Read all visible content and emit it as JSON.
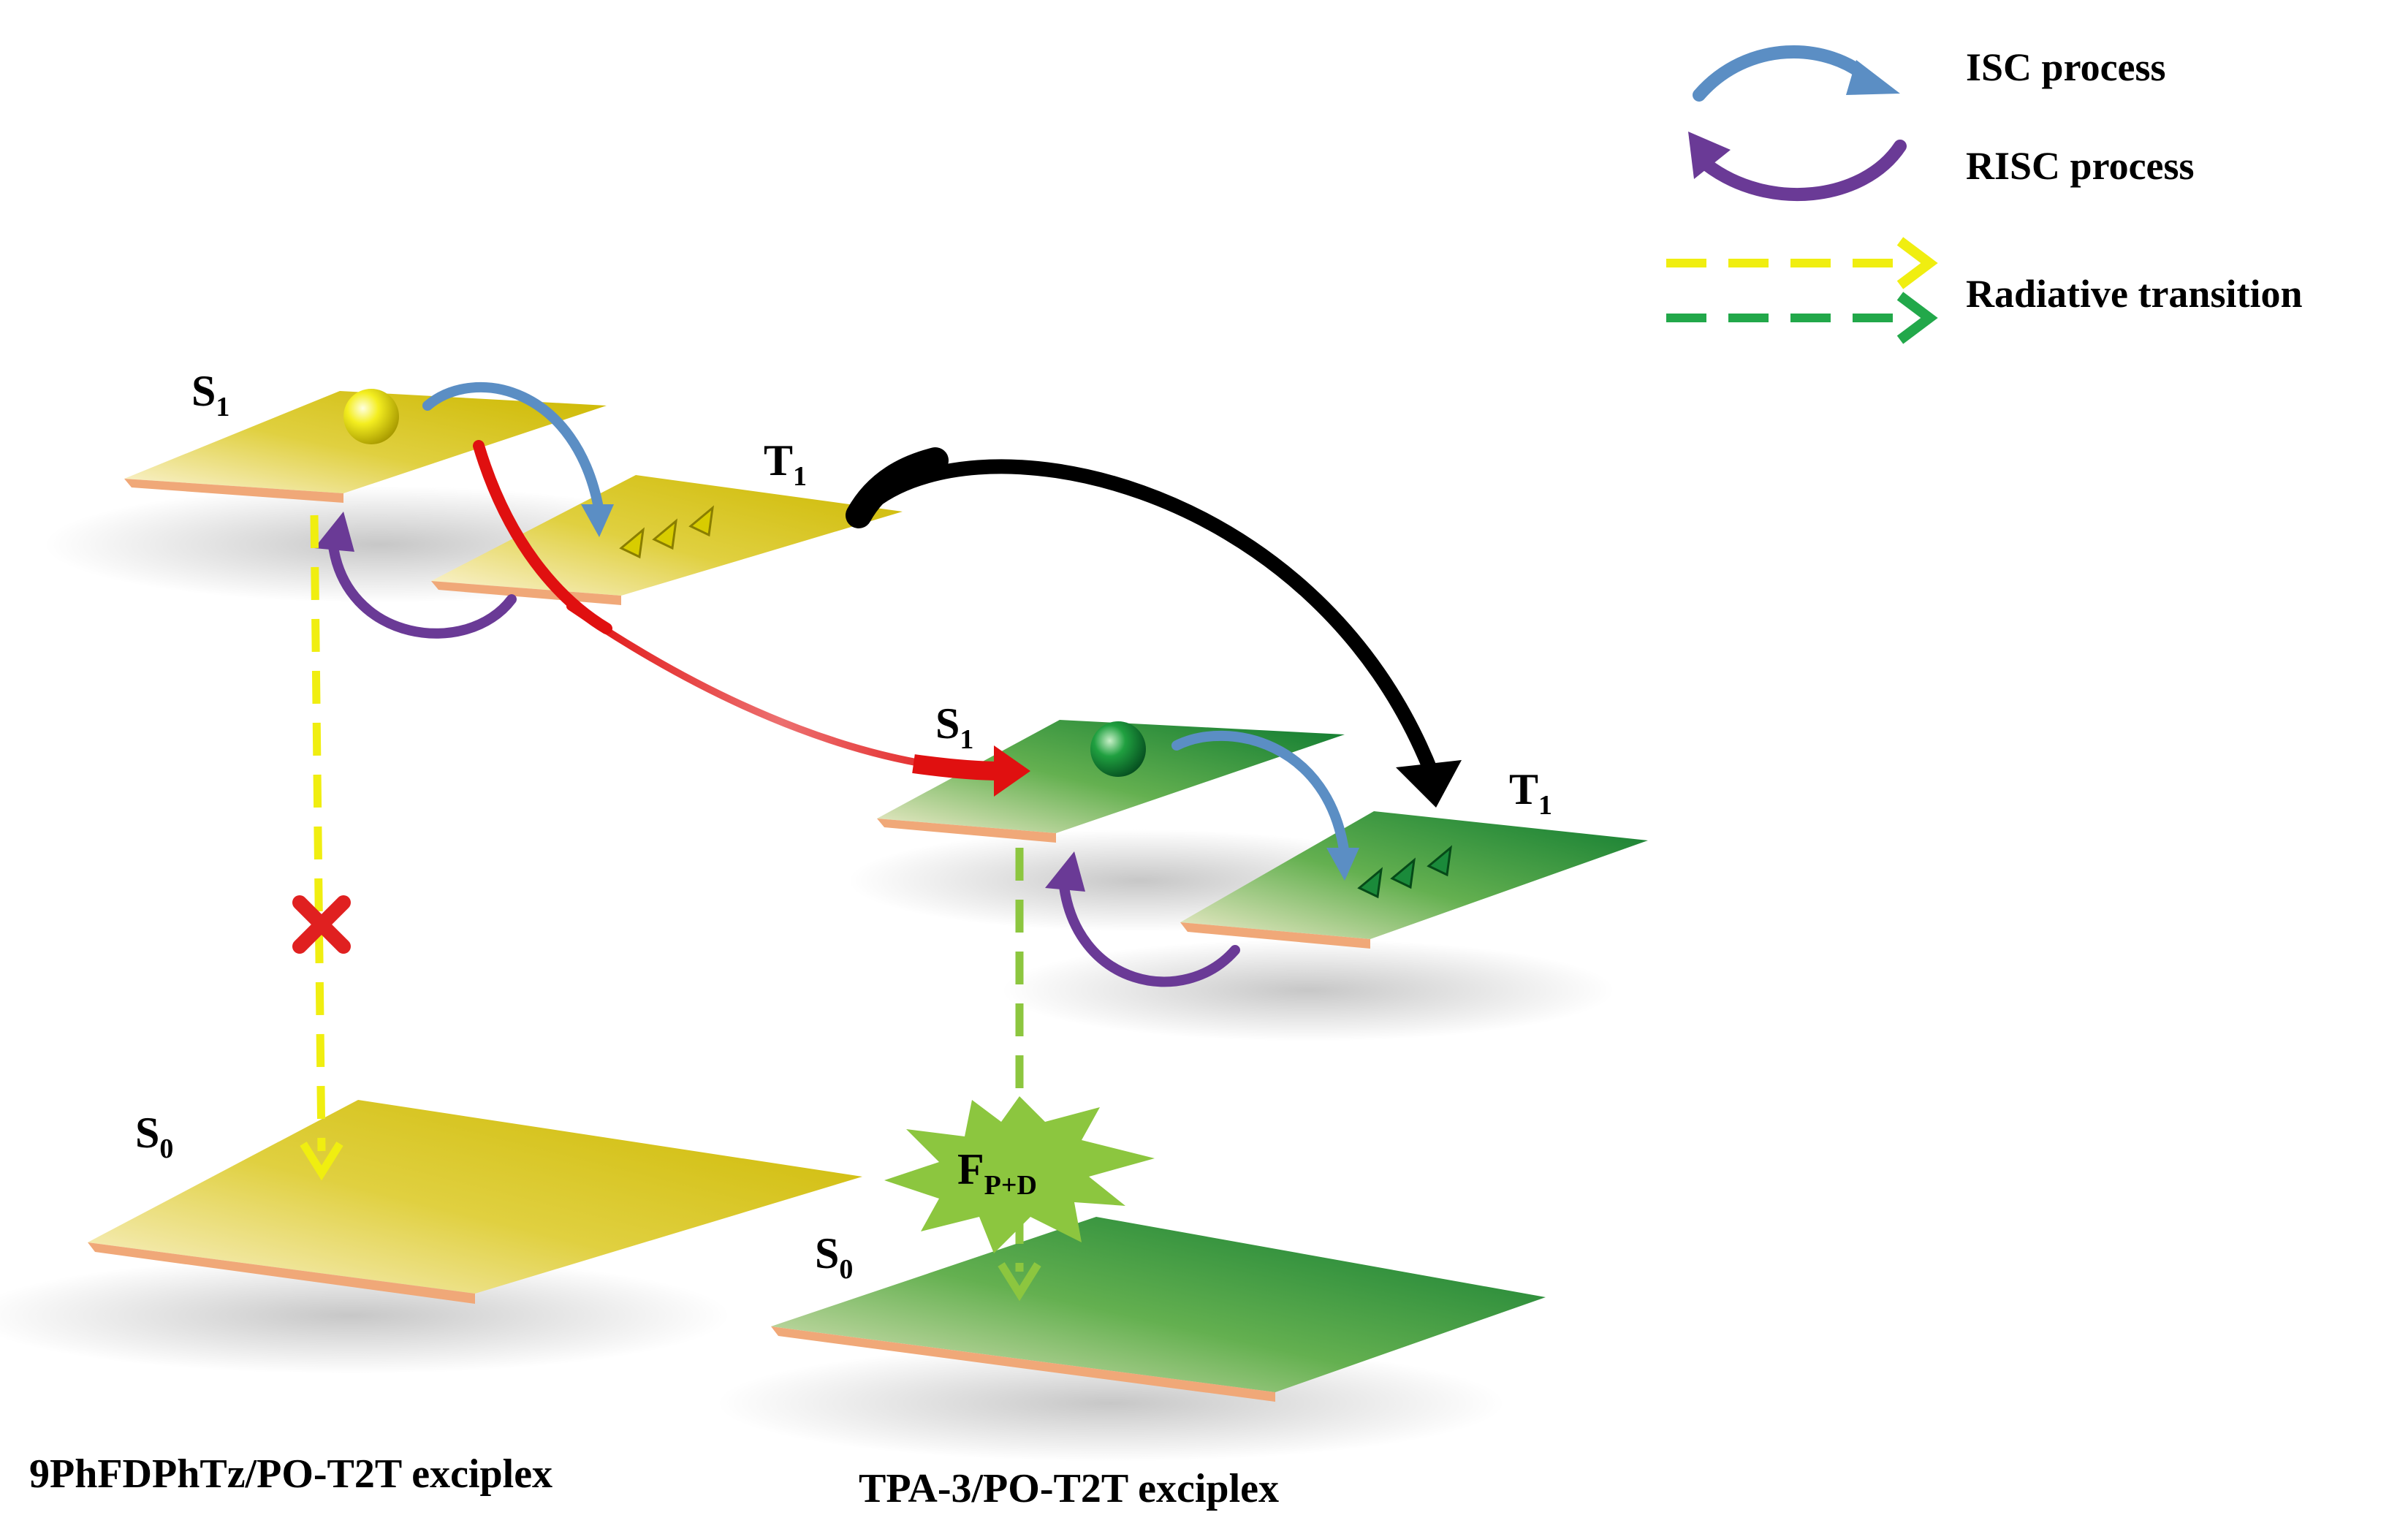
{
  "legend": {
    "isc": "ISC process",
    "risc": "RISC process",
    "radiative": "Radiative transition"
  },
  "colors": {
    "yellow_plane": "#d4c200",
    "green_plane": "#1e8a3a",
    "plane_edge": "#f0a878",
    "isc_arrow": "#5b8ec4",
    "risc_arrow": "#6a3a96",
    "rad_yellow": "#f0ee10",
    "rad_green": "#22a84a",
    "rad_lightgreen": "#8cc63f",
    "blocked_mark": "#e02020",
    "transfer_red": "#e01010",
    "transfer_black": "#000000",
    "burst": "#8cc63f"
  },
  "system_left": {
    "s1": {
      "main": "S",
      "sub": "1"
    },
    "t1": {
      "main": "T",
      "sub": "1"
    },
    "s0": {
      "main": "S",
      "sub": "0"
    },
    "caption": "9PhFDPhTz/PO-T2T exciplex"
  },
  "system_right": {
    "s1": {
      "main": "S",
      "sub": "1"
    },
    "t1": {
      "main": "T",
      "sub": "1"
    },
    "s0": {
      "main": "S",
      "sub": "0"
    },
    "caption": "TPA-3/PO-T2T exciplex"
  },
  "emission": {
    "main": "F",
    "sub": "P+D"
  }
}
